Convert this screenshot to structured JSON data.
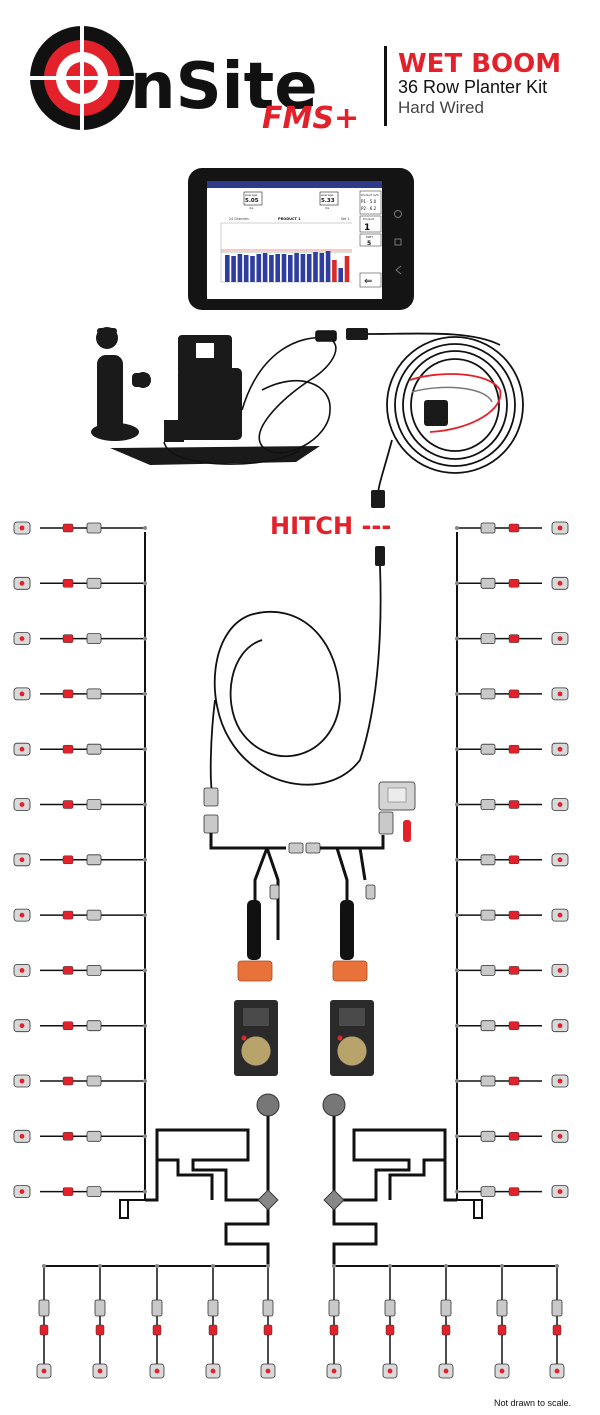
{
  "header": {
    "logo_text": "nSite",
    "logo_suffix": "FMS+",
    "title": "WET BOOM",
    "subtitle_line1": "36 Row Planter Kit",
    "subtitle_line2": "Hard Wired"
  },
  "tablet": {
    "stat_left_label": "Average",
    "stat_left_value": "5.05",
    "stat_left_unit": "lbs",
    "stat_right_label": "Average",
    "stat_right_value": "5.33",
    "stat_right_unit": "lbs",
    "panel_title": "Product G/S",
    "panel_p1": "P1 · 5.0",
    "panel_p2": "P2 · 6.2",
    "panel_product_label": "Product",
    "panel_product_value": "1",
    "panel_mph_label": "MPH",
    "panel_mph_value": "5",
    "chart_left_label": "24 Channels",
    "chart_center_label": "PRODUCT 1",
    "chart_right_label": "Set 1",
    "back_arrow": "⇐"
  },
  "labels": {
    "hitch": "HITCH ---",
    "footnote": "Not drawn to scale."
  },
  "colors": {
    "brand_red": "#e3212b",
    "black": "#111111",
    "connector_gray": "#c9c9c9",
    "bar_blue": "#2f3e9e",
    "bar_red": "#d92a2a"
  }
}
